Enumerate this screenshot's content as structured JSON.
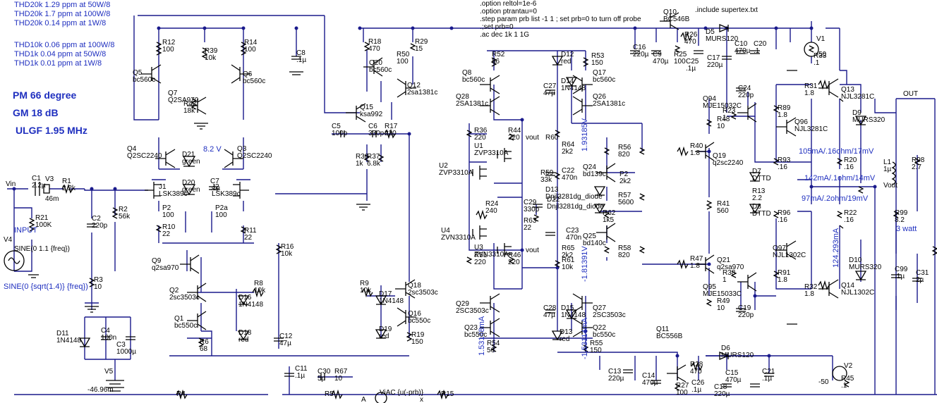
{
  "notes": {
    "thd": [
      "THD20k 1.29 ppm at 50W/8",
      "THD20k 1.7 ppm at 100W/8",
      "THD20k 0.14 ppm at 1W/8",
      "THD10k 0.06 ppm at 100W/8",
      "THD1k 0.04 ppm at 50W/8",
      "THD1k 0.01 ppm at 1W/8"
    ],
    "stability": [
      "PM 66 degree",
      "GM 18 dB",
      "ULGF 1.95 MHz"
    ]
  },
  "directives": [
    ".option reltol=1e-6",
    ".option ptrantau=0",
    ".step param prb list -1 1 ; set prb=0 to turn off probe",
    ".;set prb=0",
    ".ac dec 1k 1 1G",
    ".include supertex.txt"
  ],
  "nets": {
    "vin": "Vin",
    "out": "OUT",
    "vout": "Vout",
    "vout_small": "vout",
    "input": "INPUT",
    "a": "A",
    "x": "x"
  },
  "annotations": {
    "v82": "8.2  V",
    "i105": "105mA/.16ohm/17mV",
    "i142": "142mA/.1ohm/14mV",
    "i97": "97mA/.2ohm/19mV",
    "i124": "124.293mA",
    "i1931": "1.93185V",
    "i1813": "-1.81391V",
    "i1531": "1.53148mA",
    "i1531b": "-1.53114mA",
    "watt": "3 watt",
    "v5val": "-46.96m"
  },
  "sources": {
    "v4": "V4",
    "v4_sine": "SINE(0 1.1 {freq})",
    "sine_bottom": "SINE(0 {sqrt(1.4)} {freq})",
    "v1": "V1",
    "v1_val": "50",
    "v2": "V2",
    "v2_val": "-50",
    "v3": "V3",
    "v3_val": "46m",
    "v5": "V5",
    "viac": "ViAC {u(-prb)}"
  },
  "components": [
    {
      "id": "C1",
      "val": "2.2µ"
    },
    {
      "id": "R1",
      "val": "2.2k"
    },
    {
      "id": "R21",
      "val": "100K"
    },
    {
      "id": "C2",
      "val": "220p"
    },
    {
      "id": "R2",
      "val": "56k"
    },
    {
      "id": "R3",
      "val": "10"
    },
    {
      "id": "D11",
      "val": "1N4148"
    },
    {
      "id": "C4",
      "val": "100n"
    },
    {
      "id": "C3",
      "val": "1000µ"
    },
    {
      "id": "R12",
      "val": "100"
    },
    {
      "id": "R39",
      "val": "10k"
    },
    {
      "id": "R14",
      "val": "100"
    },
    {
      "id": "C8",
      "val": ".1µ"
    },
    {
      "id": "Q5",
      "val": "bc560c"
    },
    {
      "id": "Q6",
      "val": "bc560c"
    },
    {
      "id": "Q7",
      "val": "Q2SA970"
    },
    {
      "id": "R42",
      "val": "18k"
    },
    {
      "id": "Q4",
      "val": "Q2SC2240"
    },
    {
      "id": "Q3",
      "val": "Q2SC2240"
    },
    {
      "id": "D21",
      "val": "green"
    },
    {
      "id": "D20",
      "val": "green"
    },
    {
      "id": "J1",
      "val": "LSK389c"
    },
    {
      "id": "J2",
      "val": "LSK389c"
    },
    {
      "id": "C7",
      "val": ".1µ"
    },
    {
      "id": "P2b",
      "val": "100"
    },
    {
      "id": "P2a",
      "val": "100"
    },
    {
      "id": "R10",
      "val": "22"
    },
    {
      "id": "R11",
      "val": "22"
    },
    {
      "id": "Q9",
      "val": "q2sa970"
    },
    {
      "id": "R16",
      "val": "10k"
    },
    {
      "id": "Q2",
      "val": "2sc3503c"
    },
    {
      "id": "Q1",
      "val": "bc550c"
    },
    {
      "id": "R6",
      "val": "68"
    },
    {
      "id": "R8",
      "val": "10k"
    },
    {
      "id": "D16",
      "val": "1N4148"
    },
    {
      "id": "D18",
      "val": "red"
    },
    {
      "id": "C12",
      "val": "47µ"
    },
    {
      "id": "R18",
      "val": "470"
    },
    {
      "id": "R29",
      "val": "15"
    },
    {
      "id": "Q20",
      "val": "bc560c"
    },
    {
      "id": "R50",
      "val": "100"
    },
    {
      "id": "Q12",
      "val": "2sa1381c"
    },
    {
      "id": "Q15",
      "val": "ksa992"
    },
    {
      "id": "C5",
      "val": "100p"
    },
    {
      "id": "C6",
      "val": "330p"
    },
    {
      "id": "R17",
      "val": "220"
    },
    {
      "id": "R36",
      "val": "1k"
    },
    {
      "id": "R37",
      "val": "6.8k"
    },
    {
      "id": "R9",
      "val": "10k"
    },
    {
      "id": "D17",
      "val": "1N4148"
    },
    {
      "id": "Q18",
      "val": "2sc3503c"
    },
    {
      "id": "Q16",
      "val": "bc550c"
    },
    {
      "id": "D19",
      "val": "red"
    },
    {
      "id": "R19",
      "val": "150"
    },
    {
      "id": "C11",
      "val": ".1µ"
    },
    {
      "id": "C30",
      "val": "5p"
    },
    {
      "id": "R67",
      "val": "10"
    },
    {
      "id": "R4",
      "val": ""
    },
    {
      "id": "R5",
      "val": ""
    },
    {
      "id": "R15",
      "val": ""
    },
    {
      "id": "Q8",
      "val": "bc560c"
    },
    {
      "id": "R52",
      "val": "56"
    },
    {
      "id": "Q28",
      "val": "2SA1381c"
    },
    {
      "id": "R36b",
      "val": "220"
    },
    {
      "id": "R44",
      "val": "220"
    },
    {
      "id": "U1",
      "val": "ZVP3310A"
    },
    {
      "id": "U2",
      "val": "ZVP3310A"
    },
    {
      "id": "R60",
      "val": ""
    },
    {
      "id": "R24",
      "val": "240"
    },
    {
      "id": "C29",
      "val": "330p"
    },
    {
      "id": "R63",
      "val": "22"
    },
    {
      "id": "U4",
      "val": "ZVN3310A"
    },
    {
      "id": "U3",
      "val": "ZVN3310A"
    },
    {
      "id": "R51",
      "val": "220"
    },
    {
      "id": "R46",
      "val": "220"
    },
    {
      "id": "Q29",
      "val": "2SC3503c"
    },
    {
      "id": "Q23",
      "val": "bc550c"
    },
    {
      "id": "R54",
      "val": "56"
    },
    {
      "id": "D12",
      "val": "red"
    },
    {
      "id": "C27",
      "val": "47µ"
    },
    {
      "id": "D14",
      "val": "1N4148"
    },
    {
      "id": "R53",
      "val": "150"
    },
    {
      "id": "Q17",
      "val": "bc560c"
    },
    {
      "id": "Q26",
      "val": "2SA1381c"
    },
    {
      "id": "R59",
      "val": "33k"
    },
    {
      "id": "R64",
      "val": "2k2"
    },
    {
      "id": "C22",
      "val": "470n"
    },
    {
      "id": "Q24",
      "val": "bd139c"
    },
    {
      "id": "R56",
      "val": "820"
    },
    {
      "id": "P2",
      "val": "2k2"
    },
    {
      "id": "R57",
      "val": "5600"
    },
    {
      "id": "R62",
      "val": "1k5"
    },
    {
      "id": "D13x",
      "val": "Dnjl3281dg_diode"
    },
    {
      "id": "D22x",
      "val": "Dnjl3281dg_diode"
    },
    {
      "id": "C23",
      "val": "470n"
    },
    {
      "id": "Q25",
      "val": "bd140c"
    },
    {
      "id": "R65",
      "val": "2k2"
    },
    {
      "id": "R58",
      "val": "820"
    },
    {
      "id": "R61",
      "val": "10k"
    },
    {
      "id": "C28",
      "val": "47µ"
    },
    {
      "id": "D15",
      "val": "1N4148"
    },
    {
      "id": "Q27",
      "val": "2SC3503c"
    },
    {
      "id": "Q22",
      "val": "bc550c"
    },
    {
      "id": "D13",
      "val": "red"
    },
    {
      "id": "R55",
      "val": "150"
    },
    {
      "id": "Q10",
      "val": "BC546B"
    },
    {
      "id": "R26",
      "val": "470"
    },
    {
      "id": "C16",
      "val": "220µ"
    },
    {
      "id": "C9",
      "val": "470µ"
    },
    {
      "id": "R25",
      "val": "100"
    },
    {
      "id": "C25",
      "val": ".1µ"
    },
    {
      "id": "C17",
      "val": "220µ"
    },
    {
      "id": "D5",
      "val": "MURS120"
    },
    {
      "id": "C24",
      "val": "220p"
    },
    {
      "id": "Q94",
      "val": "MJE15032C"
    },
    {
      "id": "R23",
      "val": "1"
    },
    {
      "id": "R48",
      "val": "10"
    },
    {
      "id": "R40",
      "val": "1.8"
    },
    {
      "id": "Q19",
      "val": "q2sc2240"
    },
    {
      "id": "R41",
      "val": "560"
    },
    {
      "id": "R47",
      "val": "1.8"
    },
    {
      "id": "Q21",
      "val": "q2sa970"
    },
    {
      "id": "R38",
      "val": "1"
    },
    {
      "id": "Q95",
      "val": "MJE15033C"
    },
    {
      "id": "R49",
      "val": "10"
    },
    {
      "id": "C19",
      "val": "220p"
    },
    {
      "id": "C10",
      "val": "470µ"
    },
    {
      "id": "C20",
      "val": ".1"
    },
    {
      "id": "R33",
      "val": ".1"
    },
    {
      "id": "R31",
      "val": "1.8"
    },
    {
      "id": "Q13",
      "val": "NJL3281C"
    },
    {
      "id": "R89",
      "val": "1.8"
    },
    {
      "id": "Q96",
      "val": "NJL3281C"
    },
    {
      "id": "D9",
      "val": "MURS320"
    },
    {
      "id": "R93",
      "val": ".16"
    },
    {
      "id": "R20",
      "val": ".16"
    },
    {
      "id": "D7",
      "val": "DTTD"
    },
    {
      "id": "R13",
      "val": "2.2"
    },
    {
      "id": "D8",
      "val": "DTTD"
    },
    {
      "id": "R96",
      "val": ".16"
    },
    {
      "id": "R22",
      "val": ".16"
    },
    {
      "id": "Q97",
      "val": "NJL1302C"
    },
    {
      "id": "R91",
      "val": "1.8"
    },
    {
      "id": "R32",
      "val": "1.8"
    },
    {
      "id": "Q14",
      "val": "NJL1302C"
    },
    {
      "id": "D10",
      "val": "MURS320"
    },
    {
      "id": "L1",
      "val": "1µ"
    },
    {
      "id": "R98",
      "val": "2.7"
    },
    {
      "id": "R99",
      "val": "8.2"
    },
    {
      "id": "C99",
      "val": ".1µ"
    },
    {
      "id": "C31",
      "val": "2µ"
    },
    {
      "id": "C13",
      "val": "220µ"
    },
    {
      "id": "C14",
      "val": "470µ"
    },
    {
      "id": "Q11",
      "val": "BC556B"
    },
    {
      "id": "R28",
      "val": "470"
    },
    {
      "id": "R27",
      "val": "100"
    },
    {
      "id": "C26",
      "val": ".1µ"
    },
    {
      "id": "C18",
      "val": "220µ"
    },
    {
      "id": "D6",
      "val": "MURS120"
    },
    {
      "id": "C15",
      "val": "470µ"
    },
    {
      "id": "C21",
      "val": ".1µ"
    },
    {
      "id": "R45",
      "val": ".1"
    }
  ]
}
